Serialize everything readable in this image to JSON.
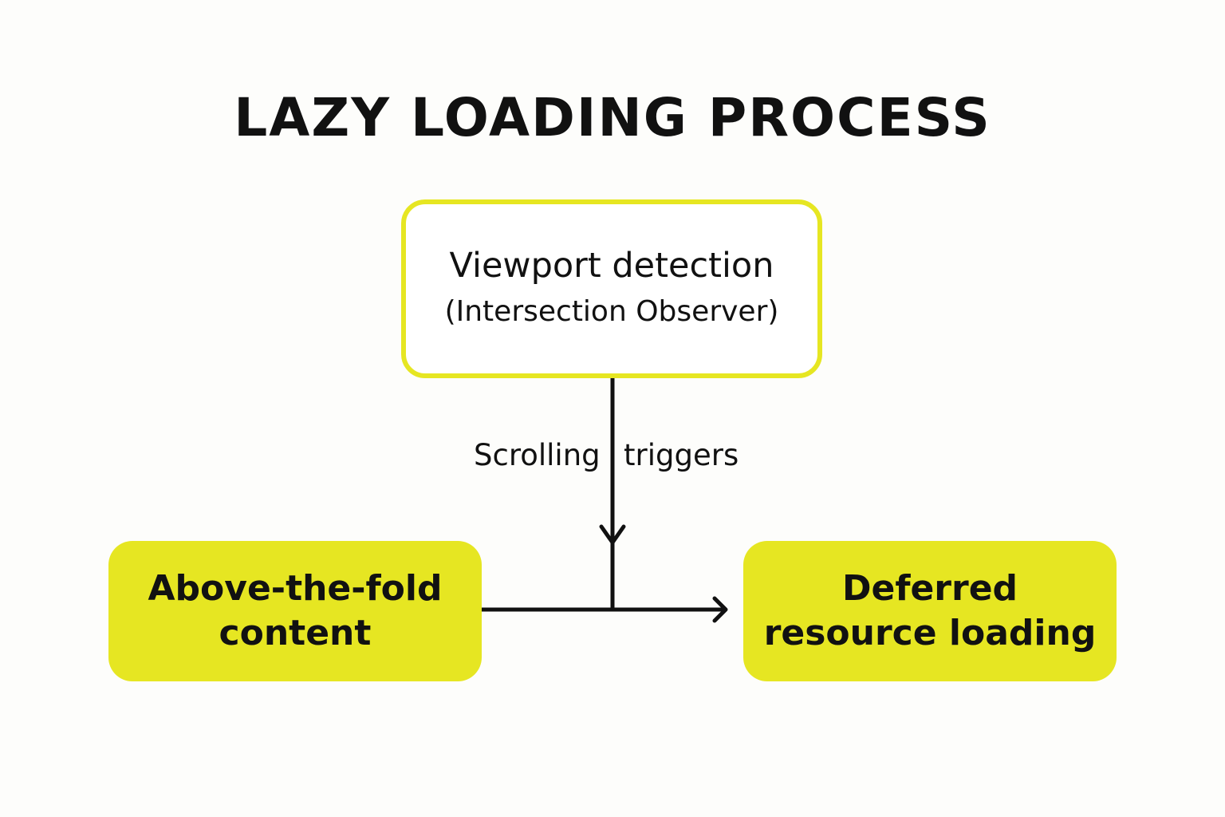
{
  "title": "LAZY LOADING PROCESS",
  "nodes": {
    "viewport": {
      "line1": "Viewport detection",
      "line2": "(Intersection Observer)"
    },
    "above_fold": {
      "line1": "Above-the-fold",
      "line2": "content"
    },
    "deferred": {
      "line1": "Deferred",
      "line2": "resource loading"
    }
  },
  "edge_label": {
    "left": "Scrolling",
    "right": "triggers"
  },
  "colors": {
    "accent": "#e6e622",
    "text": "#111111",
    "background": "#fdfdfb"
  }
}
